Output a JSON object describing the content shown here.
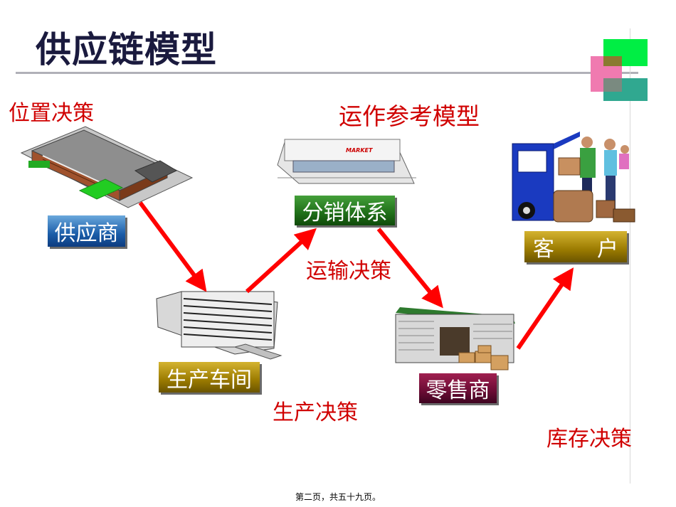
{
  "title": "供应链模型",
  "labels": {
    "location_decision": "位置决策",
    "reference_model": "运作参考模型",
    "transport_decision": "运输决策",
    "production_decision": "生产决策",
    "inventory_decision": "库存决策"
  },
  "boxes": {
    "supplier": "供应商",
    "distribution": "分销体系",
    "workshop": "生产车间",
    "retailer": "零售商",
    "customer_left": "客",
    "customer_right": "户"
  },
  "illustrations": {
    "market_sign": "MARKET"
  },
  "footer": "第二页，共五十九页。",
  "colors": {
    "arrow": "#ff0000",
    "label_red": "#d00000",
    "title": "#1a1a3e",
    "deco_green": "#00ee44",
    "deco_pink": "#f07ab0",
    "deco_teal": "#30a890"
  }
}
